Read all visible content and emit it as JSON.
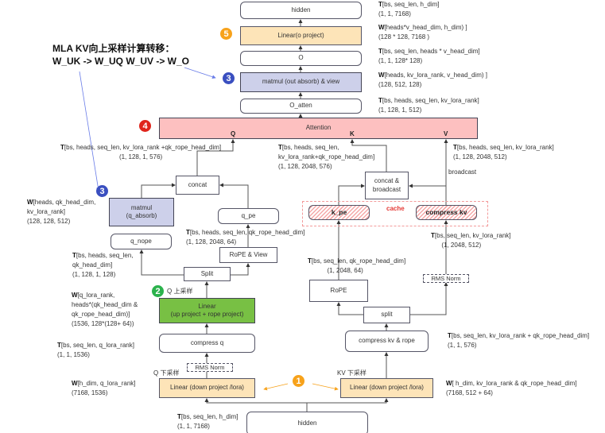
{
  "title": {
    "line1": "MLA KV向上采样计算转移：",
    "line2": "W_UK -> W_UQ     W_UV -> W_O"
  },
  "badges": {
    "b1": "1",
    "b2": "2",
    "b3a": "3",
    "b3b": "3",
    "b4": "4",
    "b5": "5"
  },
  "badge_colors": {
    "orange": "#f7a21b",
    "green": "#2bb24c",
    "blue": "#3a4fc0",
    "red": "#e0241b"
  },
  "boxes": {
    "hidden_top": "hidden",
    "linear_o": "Linear(o project)",
    "o": "O",
    "matmul_out": "matmul (out absorb) & view",
    "o_atten": "O_atten",
    "attention": "Attention",
    "q_port": "Q",
    "k_port": "K",
    "v_port": "V",
    "concat": "concat",
    "matmul_q_1": "matmul",
    "matmul_q_2": "(q_absorb)",
    "q_nope": "q_nope",
    "q_pe": "q_pe",
    "rope_view": "RoPE & View",
    "split_q": "Split",
    "linear_up_1": "Linear",
    "linear_up_2": "(up project + rope project)",
    "compress_q": "compress q",
    "rms_q": "RMS Norm",
    "linear_down_q": "Linear (down project /lora)",
    "hidden_bottom": "hidden",
    "concat_bc_1": "concat &",
    "concat_bc_2": "broadcast",
    "cache": "cache",
    "k_pe": "k_pe",
    "compress_kv": "compress kv",
    "broadcast": "broadcast",
    "rope": "RoPE",
    "split_kv": "split",
    "compress_kv_rope": "compress kv & rope",
    "rms_kv": "RMS Norm",
    "linear_down_kv": "Linear (down project /lora)",
    "q_up_label": "Q 上采样",
    "q_down_label": "Q 下采样",
    "kv_down_label": "KV 下采样"
  },
  "notes": [
    {
      "p": "T",
      "l1": "[bs, seq_len, h_dim]",
      "l2": "(1, 1, 7168)"
    },
    {
      "p": "W",
      "l1": "[heads*v_head_dim, h_dim) ]",
      "l2": "(128 * 128, 7168 )"
    },
    {
      "p": "T",
      "l1": "[bs, seq_len,  heads * v_head_dim]",
      "l2": "(1, 1, 128* 128)"
    },
    {
      "p": "W",
      "l1": "[heads, kv_lora_rank, v_head_dim) ]",
      "l2": "(128, 512, 128)"
    },
    {
      "p": "T",
      "l1": "[bs, heads, seq_len, kv_lora_rank]",
      "l2": "(1, 128, 1, 512)"
    },
    {
      "p": "T",
      "l1": "[bs, heads, seq_len, kv_lora_rank +qk_rope_head_dim]",
      "l2": "(1, 128, 1, 576)"
    },
    {
      "p": "T",
      "l1": "[bs, heads, seq_len,",
      "l2": "kv_lora_rank+qk_rope_head_dim]",
      "l3": "(1, 128, 2048, 576)"
    },
    {
      "p": "T",
      "l1": "[bs, heads, seq_len, kv_lora_rank]",
      "l2": "(1, 128, 2048, 512)"
    },
    {
      "p": "W",
      "l1": "[heads, qk_head_dim,",
      "l2": "kv_lora_rank]",
      "l3": "(128, 128,  512)"
    },
    {
      "p": "T",
      "l1": "[bs, heads, seq_len, qk_rope_head_dim]",
      "l2": "(1, 128, 2048, 64)"
    },
    {
      "p": "T",
      "l1": "[bs, heads, seq_len,",
      "l2": "qk_head_dim]",
      "l3": "(1, 128,  1, 128)"
    },
    {
      "p": "T",
      "l1": "[bs, seq_len, kv_lora_rank]",
      "l2": "(1, 2048, 512)"
    },
    {
      "p": "T",
      "l1": "[bs, seq_len, qk_rope_head_dim]",
      "l2": "(1, 2048, 64)"
    },
    {
      "p": "W",
      "l1": "[q_lora_rank,",
      "l2": "heads*(qk_head_dim &",
      "l3": "qk_rope_head_dim)]",
      "l4": "(1536, 128*(128+ 64))"
    },
    {
      "p": "T",
      "l1": "[bs, seq_len, kv_lora_rank + qk_rope_head_dim]",
      "l2": "(1, 1, 576)"
    },
    {
      "p": "T",
      "l1": "[bs, seq_len, q_lora_rank]",
      "l2": "(1, 1, 1536)"
    },
    {
      "p": "W",
      "l1": "[h_dim, q_lora_rank]",
      "l2": "(7168, 1536)"
    },
    {
      "p": "W",
      "l1": "[ h_dim, kv_lora_rank & qk_rope_head_dim]",
      "l2": "(7168, 512 + 64)"
    },
    {
      "p": "T",
      "l1": "[bs, seq_len, h_dim]",
      "l2": "(1, 1, 7168)"
    }
  ]
}
